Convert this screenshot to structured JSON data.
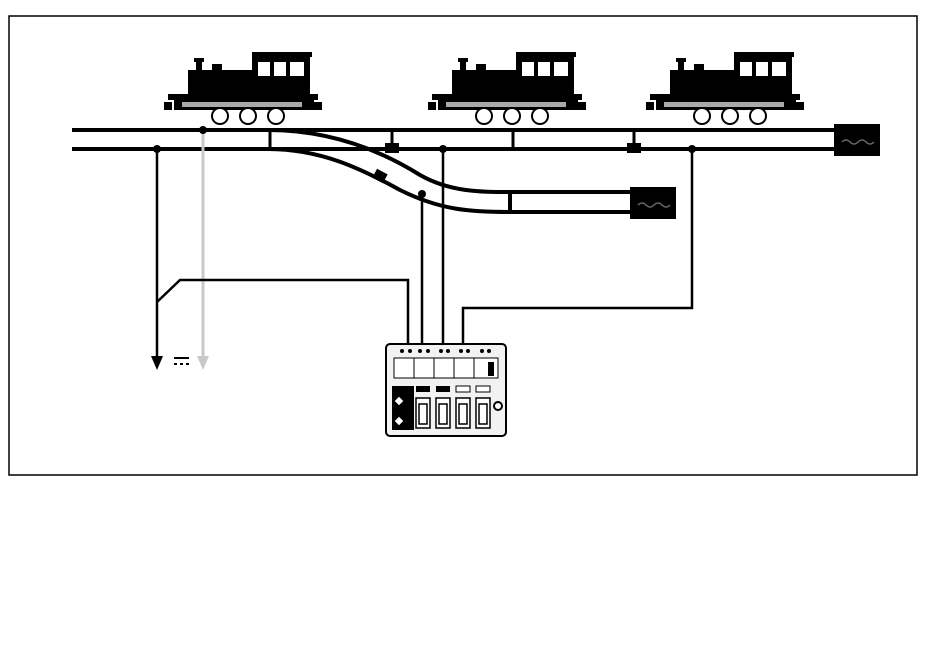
{
  "colors": {
    "ink": "#000000",
    "paper": "#ffffff",
    "feed_wire_secondary": "#c8c8c8",
    "panel_body": "#f2f2f2"
  },
  "diagram": {
    "type": "model railway wiring diagram",
    "locomotives": [
      {
        "name": "locomotive-1",
        "track": "main"
      },
      {
        "name": "locomotive-2",
        "track": "main"
      },
      {
        "name": "locomotive-3",
        "track": "main"
      }
    ],
    "track_ends": [
      {
        "name": "main-track-buffer-stop"
      },
      {
        "name": "siding-buffer-stop"
      }
    ],
    "isolating_joints": 3,
    "power_symbol": "DC",
    "control_panel": {
      "name": "switch-panel",
      "switch_count": 4,
      "terminal_count": 10
    }
  }
}
